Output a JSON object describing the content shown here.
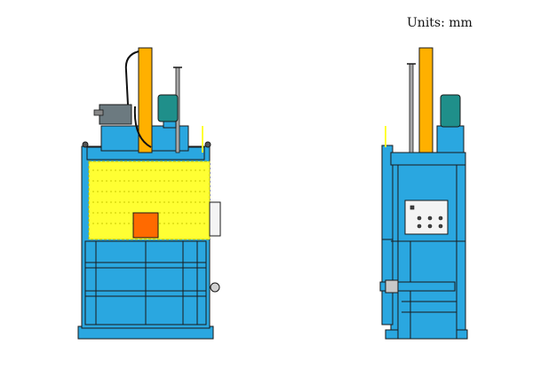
{
  "units_label": "Units: mm",
  "colors": {
    "body_blue": "#2aa7e0",
    "body_blue_dark": "#1a82b8",
    "outline": "#1a1a1a",
    "press_yellow": "#ffff33",
    "cylinder_orange": "#ffb000",
    "door_orange": "#ff6a00",
    "motor_green": "#1f8f8a",
    "panel_white": "#f4f4f4",
    "hose_black": "#111111",
    "rod_gray": "#a8a8a8"
  },
  "views": [
    {
      "name": "front-view"
    },
    {
      "name": "side-view"
    }
  ]
}
